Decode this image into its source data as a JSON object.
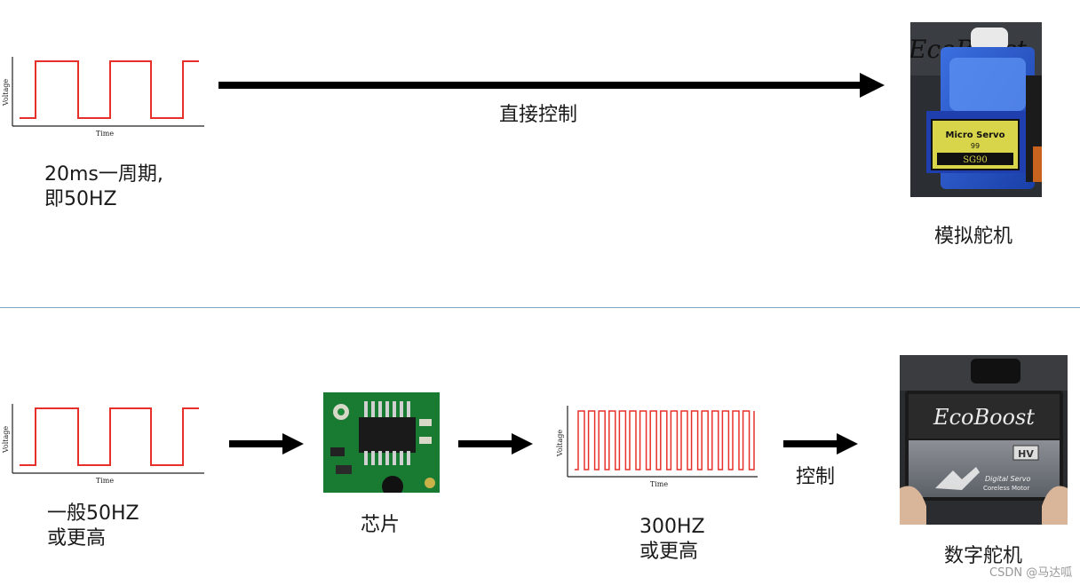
{
  "top": {
    "wave_axis": {
      "x_label": "Time",
      "y_label": "Voltage"
    },
    "period_line1": "20ms一周期,",
    "period_line2": "即50HZ",
    "arrow_label": "直接控制",
    "servo_label": "模拟舵机",
    "servo_photo": {
      "brand": "EcoBoost",
      "model_line1": "Micro Servo",
      "model_line2": "99",
      "model_line3": "SG90"
    }
  },
  "bottom": {
    "wave_axis": {
      "x_label": "Time",
      "y_label": "Voltage"
    },
    "freq_line1": "一般50HZ",
    "freq_line2": "或更高",
    "chip_label": "芯片",
    "fast_wave_axis": {
      "x_label": "Time",
      "y_label": "Voltage"
    },
    "fast_line1": "300HZ",
    "fast_line2": "或更高",
    "control_label": "控制",
    "servo_label": "数字舵机",
    "servo_photo": {
      "brand": "EcoBoost",
      "badge": "HV",
      "line1": "Digital Servo",
      "line2": "Coreless Motor"
    }
  },
  "watermark": "CSDN @马达呱",
  "colors": {
    "signal": "#e8302a",
    "arrow": "#000000",
    "divider": "#7fa6c1"
  }
}
